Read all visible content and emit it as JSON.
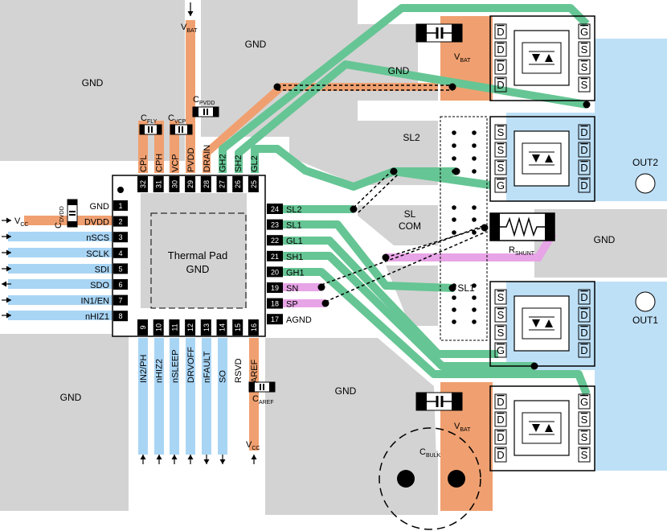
{
  "gnd_label": "GND",
  "chip": {
    "thermal_pad_line1": "Thermal Pad",
    "thermal_pad_line2": "GND"
  },
  "pins_left": [
    {
      "num": "1",
      "name": "GND"
    },
    {
      "num": "2",
      "name": "DVDD"
    },
    {
      "num": "3",
      "name": "nSCS"
    },
    {
      "num": "4",
      "name": "SCLK"
    },
    {
      "num": "5",
      "name": "SDI"
    },
    {
      "num": "6",
      "name": "SDO"
    },
    {
      "num": "7",
      "name": "IN1/EN"
    },
    {
      "num": "8",
      "name": "nHIZ1"
    }
  ],
  "pins_right": [
    {
      "num": "24",
      "name": "SL2"
    },
    {
      "num": "23",
      "name": "SL1"
    },
    {
      "num": "22",
      "name": "GL1"
    },
    {
      "num": "21",
      "name": "SH1"
    },
    {
      "num": "20",
      "name": "GH1"
    },
    {
      "num": "19",
      "name": "SN"
    },
    {
      "num": "18",
      "name": "SP"
    },
    {
      "num": "17",
      "name": "AGND"
    }
  ],
  "pins_top": [
    {
      "num": "32",
      "name": "CPL"
    },
    {
      "num": "31",
      "name": "CPH"
    },
    {
      "num": "30",
      "name": "VCP"
    },
    {
      "num": "29",
      "name": "PVDD"
    },
    {
      "num": "28",
      "name": "DRAIN"
    },
    {
      "num": "27",
      "name": "GH2"
    },
    {
      "num": "26",
      "name": "SH2"
    },
    {
      "num": "25",
      "name": "GL2"
    }
  ],
  "pins_bottom": [
    {
      "num": "9",
      "name": "IN2/PH"
    },
    {
      "num": "10",
      "name": "nHIZ2"
    },
    {
      "num": "11",
      "name": "nSLEEP"
    },
    {
      "num": "12",
      "name": "DRVOFF"
    },
    {
      "num": "13",
      "name": "nFAULT"
    },
    {
      "num": "14",
      "name": "SO"
    },
    {
      "num": "15",
      "name": "RSVD"
    },
    {
      "num": "16",
      "name": "AREF"
    }
  ],
  "labels": {
    "vbat_top": {
      "main": "V",
      "sub": "BAT"
    },
    "vcc_left": {
      "main": "V",
      "sub": "CC"
    },
    "vcc_bottom": {
      "main": "V",
      "sub": "CC"
    },
    "cfly": {
      "main": "C",
      "sub": "FLY"
    },
    "cvcp": {
      "main": "C",
      "sub": "VCP"
    },
    "cpvdd": {
      "main": "C",
      "sub": "PVDD"
    },
    "cdvdd": {
      "main": "C",
      "sub": "DVDD"
    },
    "caref": {
      "main": "C",
      "sub": "AREF"
    },
    "cbulk": {
      "main": "C",
      "sub": "BULK"
    },
    "rshunt": {
      "main": "R",
      "sub": "SHUNT"
    },
    "vbat_fet_top": {
      "main": "V",
      "sub": "BAT"
    },
    "vbat_fet_bottom": {
      "main": "V",
      "sub": "BAT"
    }
  },
  "nets": {
    "sl2": "SL2",
    "sl_com_line1": "SL",
    "sl_com_line2": "COM",
    "sl1": "SL1",
    "out1": "OUT1",
    "out2": "OUT2"
  },
  "fet_pins": {
    "s": "S",
    "d": "D",
    "g": "G"
  },
  "colors": {
    "gnd_copper": "#d3d3d3",
    "vbat_copper": "#f0a070",
    "output_copper": "#bee0f7",
    "gate_trace": "#66c594",
    "sense_trace": "#e7a4e6",
    "signal_trace": "#a9d5f5",
    "power_trace": "#f0a070"
  }
}
